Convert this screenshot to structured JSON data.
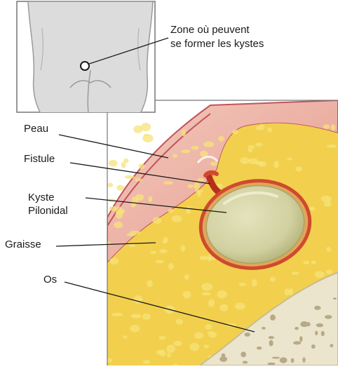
{
  "labels": {
    "zone": [
      "Zone où peuvent",
      "se former les kystes"
    ],
    "peau": "Peau",
    "fistule": "Fistule",
    "kyste": [
      "Kyste",
      "Pilonidal"
    ],
    "graisse": "Graisse",
    "os": "Os"
  },
  "colors": {
    "skin_outer": "#c2545a",
    "skin_inner": "#e39a8c",
    "fat": "#f2d04e",
    "fat_blob": "#f7e37a",
    "cyst_fill": "#d2d1a2",
    "cyst_rim": "#cf4a2e",
    "bone": "#ece5cd",
    "bone_pore": "#b8aa88",
    "body_fill": "#dcdcdc",
    "body_line": "#9a9a9a",
    "leader": "#1a1a1a"
  }
}
